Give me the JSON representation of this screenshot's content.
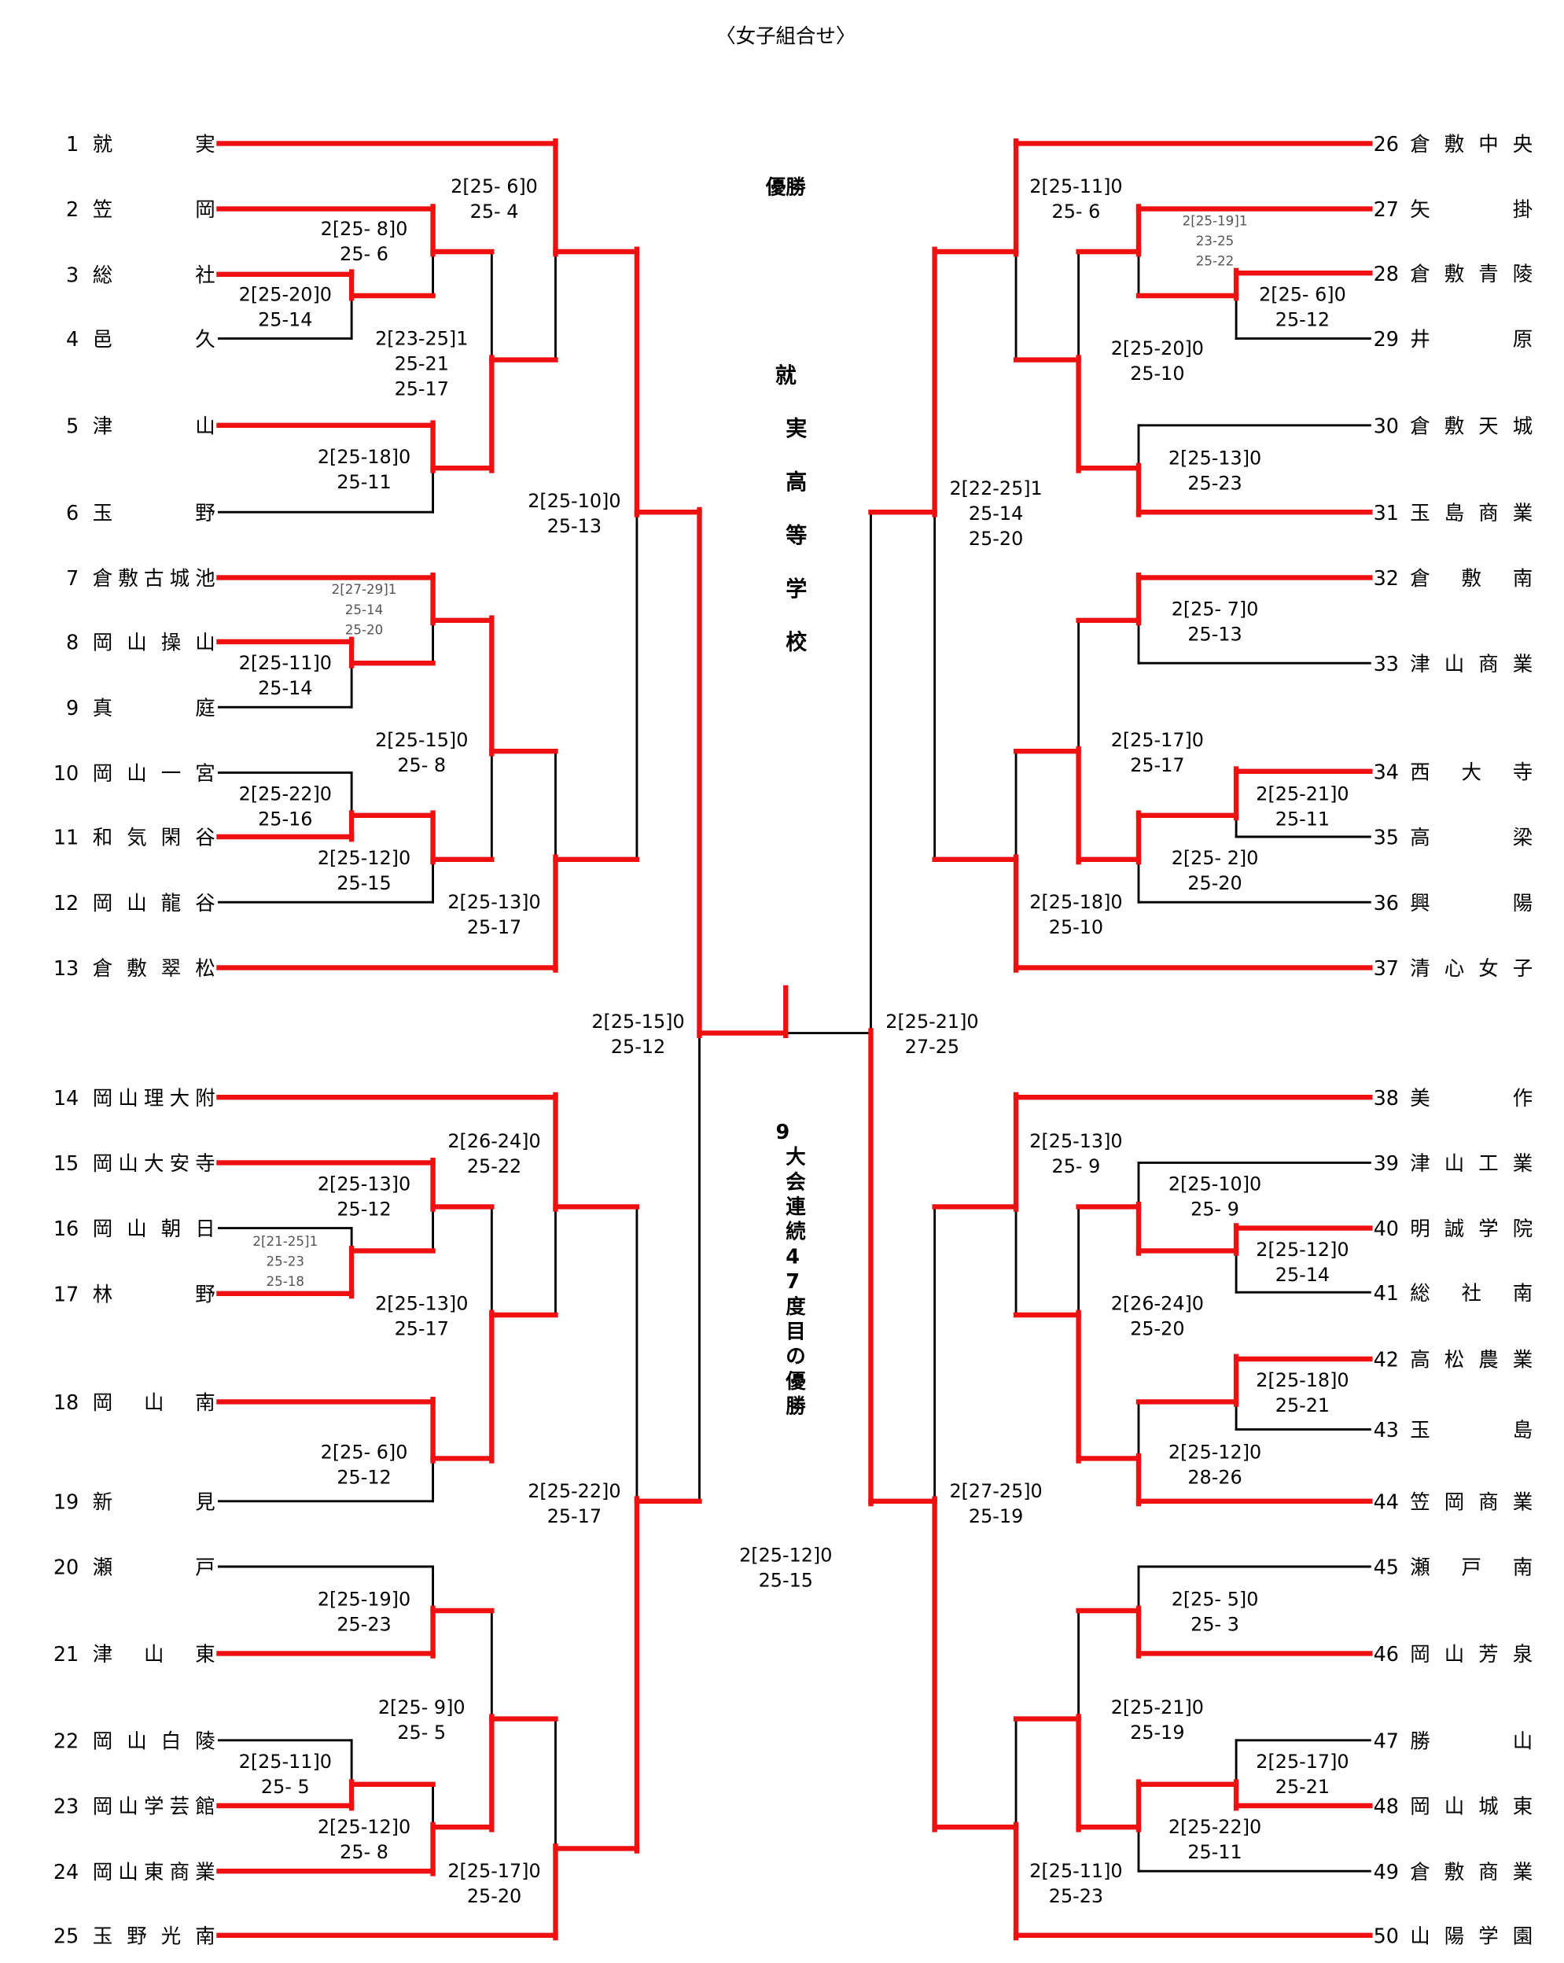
{
  "title": "〈女子組合せ〉",
  "champion_label": "優勝",
  "champion_school_vertical": "就実高等学校",
  "champion_note_vertical": "9大会連続47度目の優勝",
  "colors": {
    "winner_line": "#ee1111",
    "loser_line": "#000000",
    "tiebreak_text": "#555555"
  },
  "teams_left": [
    {
      "no": "1",
      "name": "就実"
    },
    {
      "no": "2",
      "name": "笠岡"
    },
    {
      "no": "3",
      "name": "総社"
    },
    {
      "no": "4",
      "name": "邑久"
    },
    {
      "no": "5",
      "name": "津山"
    },
    {
      "no": "6",
      "name": "玉野"
    },
    {
      "no": "7",
      "name": "倉敷古城池"
    },
    {
      "no": "8",
      "name": "岡山操山"
    },
    {
      "no": "9",
      "name": "真庭"
    },
    {
      "no": "10",
      "name": "岡山一宮"
    },
    {
      "no": "11",
      "name": "和気閑谷"
    },
    {
      "no": "12",
      "name": "岡山龍谷"
    },
    {
      "no": "13",
      "name": "倉敷翠松"
    },
    {
      "no": "14",
      "name": "岡山理大附"
    },
    {
      "no": "15",
      "name": "岡山大安寺"
    },
    {
      "no": "16",
      "name": "岡山朝日"
    },
    {
      "no": "17",
      "name": "林野"
    },
    {
      "no": "18",
      "name": "岡山南"
    },
    {
      "no": "19",
      "name": "新見"
    },
    {
      "no": "20",
      "name": "瀬戸"
    },
    {
      "no": "21",
      "name": "津山東"
    },
    {
      "no": "22",
      "name": "岡山白陵"
    },
    {
      "no": "23",
      "name": "岡山学芸館"
    },
    {
      "no": "24",
      "name": "岡山東商業"
    },
    {
      "no": "25",
      "name": "玉野光南"
    }
  ],
  "teams_right": [
    {
      "no": "26",
      "name": "倉敷中央"
    },
    {
      "no": "27",
      "name": "矢掛"
    },
    {
      "no": "28",
      "name": "倉敷青陵"
    },
    {
      "no": "29",
      "name": "井原"
    },
    {
      "no": "30",
      "name": "倉敷天城"
    },
    {
      "no": "31",
      "name": "玉島商業"
    },
    {
      "no": "32",
      "name": "倉敷南"
    },
    {
      "no": "33",
      "name": "津山商業"
    },
    {
      "no": "34",
      "name": "西大寺"
    },
    {
      "no": "35",
      "name": "高梁"
    },
    {
      "no": "36",
      "name": "興陽"
    },
    {
      "no": "37",
      "name": "清心女子"
    },
    {
      "no": "38",
      "name": "美作"
    },
    {
      "no": "39",
      "name": "津山工業"
    },
    {
      "no": "40",
      "name": "明誠学院"
    },
    {
      "no": "41",
      "name": "総社南"
    },
    {
      "no": "42",
      "name": "高松農業"
    },
    {
      "no": "43",
      "name": "玉島"
    },
    {
      "no": "44",
      "name": "笠岡商業"
    },
    {
      "no": "45",
      "name": "瀬戸南"
    },
    {
      "no": "46",
      "name": "岡山芳泉"
    },
    {
      "no": "47",
      "name": "勝山"
    },
    {
      "no": "48",
      "name": "岡山城東"
    },
    {
      "no": "49",
      "name": "倉敷商業"
    },
    {
      "no": "50",
      "name": "山陽学園"
    }
  ],
  "scores": [
    [
      "2[25- 6]0",
      "25- 4"
    ],
    [
      "2[25- 8]0",
      "25- 6"
    ],
    [
      "2[25-20]0",
      "25-14"
    ],
    [
      "2[23-25]1",
      "25-21",
      "25-17"
    ],
    [
      "2[25-18]0",
      "25-11"
    ],
    [
      "2[25-10]0",
      "25-13"
    ],
    [
      "2[27-29]1",
      "25-14",
      "25-20"
    ],
    [
      "2[25-11]0",
      "25-14"
    ],
    [
      "2[25-15]0",
      "25- 8"
    ],
    [
      "2[25-22]0",
      "25-16"
    ],
    [
      "2[25-12]0",
      "25-15"
    ],
    [
      "2[25-13]0",
      "25-17"
    ],
    [
      "2[25-15]0",
      "25-12"
    ],
    [
      "2[26-24]0",
      "25-22"
    ],
    [
      "2[25-13]0",
      "25-12"
    ],
    [
      "2[21-25]1",
      "25-23",
      "25-18"
    ],
    [
      "2[25-13]0",
      "25-17"
    ],
    [
      "2[25- 6]0",
      "25-12"
    ],
    [
      "2[25-22]0",
      "25-17"
    ],
    [
      "2[25-19]0",
      "25-23"
    ],
    [
      "2[25- 9]0",
      "25- 5"
    ],
    [
      "2[25-11]0",
      "25- 5"
    ],
    [
      "2[25-12]0",
      "25- 8"
    ],
    [
      "2[25-17]0",
      "25-20"
    ],
    [
      "2[25-12]0",
      "25-15"
    ],
    [
      "2[25-11]0",
      "25- 6"
    ],
    [
      "2[25-19]1",
      "23-25",
      "25-22"
    ],
    [
      "2[25- 6]0",
      "25-12"
    ],
    [
      "2[25-20]0",
      "25-10"
    ],
    [
      "2[25-13]0",
      "25-23"
    ],
    [
      "2[22-25]1",
      "25-14",
      "25-20"
    ],
    [
      "2[25- 7]0",
      "25-13"
    ],
    [
      "2[25-17]0",
      "25-17"
    ],
    [
      "2[25-21]0",
      "25-11"
    ],
    [
      "2[25- 2]0",
      "25-20"
    ],
    [
      "2[25-18]0",
      "25-10"
    ],
    [
      "2[25-21]0",
      "27-25"
    ],
    [
      "2[25-13]0",
      "25- 9"
    ],
    [
      "2[25-10]0",
      "25- 9"
    ],
    [
      "2[25-12]0",
      "25-14"
    ],
    [
      "2[26-24]0",
      "25-20"
    ],
    [
      "2[25-18]0",
      "25-21"
    ],
    [
      "2[25-12]0",
      "28-26"
    ],
    [
      "2[27-25]0",
      "25-19"
    ],
    [
      "2[25- 5]0",
      "25- 3"
    ],
    [
      "2[25-21]0",
      "25-19"
    ],
    [
      "2[25-17]0",
      "25-21"
    ],
    [
      "2[25-22]0",
      "25-11"
    ],
    [
      "2[25-11]0",
      "25-23"
    ]
  ]
}
